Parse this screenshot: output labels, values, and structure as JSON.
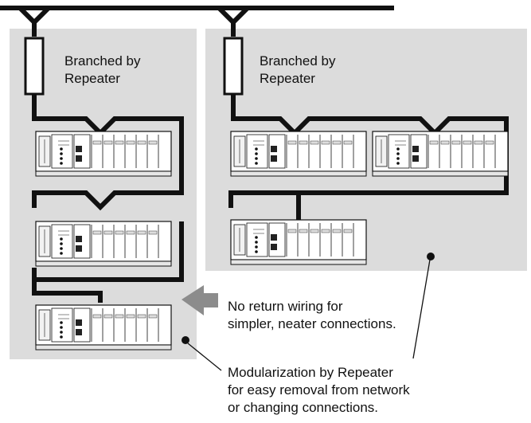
{
  "labels": {
    "repeater_left": [
      "Branched by",
      "Repeater"
    ],
    "repeater_right": [
      "Branched by",
      "Repeater"
    ],
    "no_return": [
      "No return wiring for",
      "simpler, neater connections."
    ],
    "modularization": [
      "Modularization by Repeater",
      "for easy removal from network",
      "or changing connections."
    ]
  },
  "colors": {
    "panel": "#dcdcdc",
    "wire": "#111111",
    "module_face": "#ffffff",
    "arrow": "#8c8c8c"
  },
  "icons": {
    "repeater": "repeater-box-icon",
    "plc": "plc-rack-icon",
    "arrow": "arrow-left-icon"
  }
}
